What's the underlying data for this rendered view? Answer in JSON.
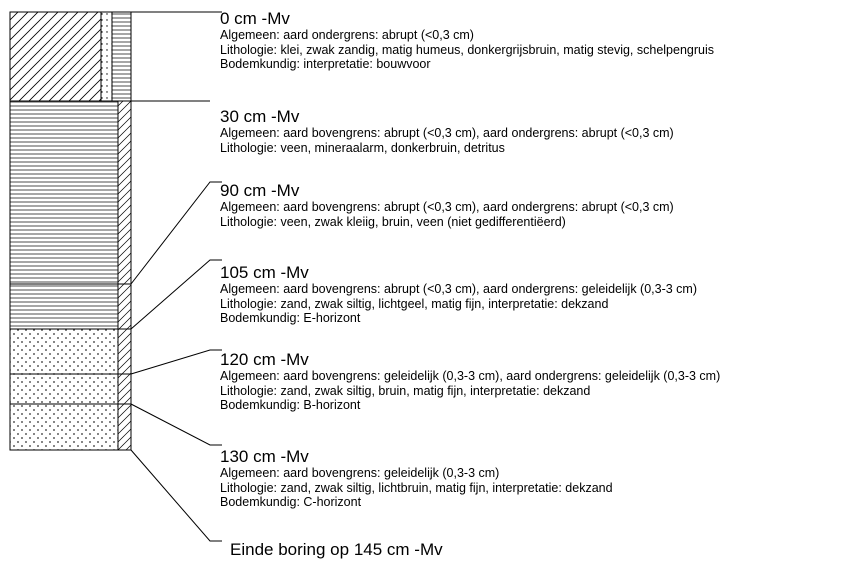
{
  "layers": [
    {
      "depth": "0 cm -Mv",
      "lines": [
        "Algemeen: aard ondergrens: abrupt (<0,3 cm)",
        "Lithologie: klei, zwak zandig, matig humeus, donkergrijsbruin, matig stevig, schelpengruis",
        "Bodemkundig: interpretatie: bouwvoor"
      ]
    },
    {
      "depth": "30 cm -Mv",
      "lines": [
        "Algemeen: aard bovengrens: abrupt (<0,3 cm), aard ondergrens: abrupt (<0,3 cm)",
        "Lithologie: veen, mineraalarm, donkerbruin, detritus"
      ]
    },
    {
      "depth": "90 cm -Mv",
      "lines": [
        "Algemeen: aard bovengrens: abrupt (<0,3 cm), aard ondergrens: abrupt (<0,3 cm)",
        "Lithologie: veen, zwak kleiig, bruin, veen (niet gedifferentiëerd)"
      ]
    },
    {
      "depth": "105 cm -Mv",
      "lines": [
        "Algemeen: aard bovengrens: abrupt (<0,3 cm), aard ondergrens: geleidelijk (0,3-3 cm)",
        "Lithologie: zand, zwak siltig, lichtgeel, matig fijn, interpretatie: dekzand",
        "Bodemkundig: E-horizont"
      ]
    },
    {
      "depth": "120 cm -Mv",
      "lines": [
        "Algemeen: aard bovengrens: geleidelijk (0,3-3 cm), aard ondergrens: geleidelijk (0,3-3 cm)",
        "Lithologie: zand, zwak siltig, bruin, matig fijn, interpretatie: dekzand",
        "Bodemkundig: B-horizont"
      ]
    },
    {
      "depth": "130 cm -Mv",
      "lines": [
        "Algemeen: aard bovengrens: geleidelijk (0,3-3 cm)",
        "Lithologie: zand, zwak siltig, lichtbruin, matig fijn, interpretatie: dekzand",
        "Bodemkundig: C-horizont"
      ]
    }
  ],
  "end_label": "Einde boring op 145 cm -Mv"
}
